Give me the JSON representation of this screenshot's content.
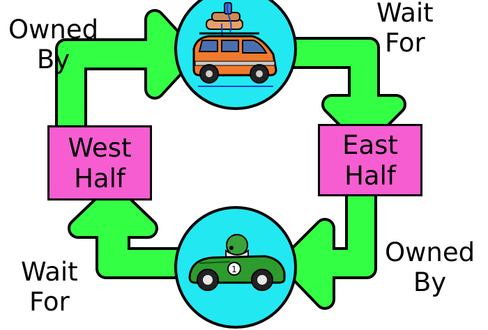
{
  "nodes": {
    "west": {
      "line1": "West",
      "line2": "Half"
    },
    "east": {
      "line1": "East",
      "line2": "Half"
    },
    "top_resource": {
      "icon": "van-icon"
    },
    "bottom_resource": {
      "icon": "race-car-icon"
    }
  },
  "edges": {
    "top_left": {
      "line1": "Owned",
      "line2": "By"
    },
    "top_right": {
      "line1": "Wait",
      "line2": "For"
    },
    "bottom_right": {
      "line1": "Owned",
      "line2": "By"
    },
    "bottom_left": {
      "line1": "Wait",
      "line2": "For"
    }
  },
  "colors": {
    "arrow": "#33ff44",
    "half_box": "#f65dd1",
    "resource_circle": "#22e8f2",
    "outline": "#000000"
  }
}
